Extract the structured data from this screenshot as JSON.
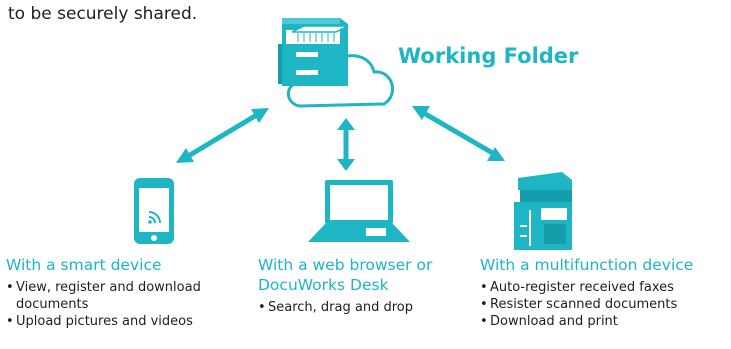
{
  "intro_text": "to be securely shared.",
  "folder_title": "Working Folder",
  "columns": [
    {
      "title": "With a smart device",
      "items": [
        "View, register and download documents",
        "Upload pictures and videos"
      ]
    },
    {
      "title": "With a web browser or DocuWorks Desk",
      "items": [
        "Search, drag and drop"
      ]
    },
    {
      "title": "With a multifunction device",
      "items": [
        "Auto-register received faxes",
        "Resister scanned documents",
        "Download and print"
      ]
    }
  ],
  "colors": {
    "accent": "#1eb5c5",
    "text": "#1e1e1e"
  },
  "icons": [
    "filing-cabinet-icon",
    "cloud-icon",
    "smartphone-icon",
    "laptop-icon",
    "multifunction-printer-icon"
  ]
}
